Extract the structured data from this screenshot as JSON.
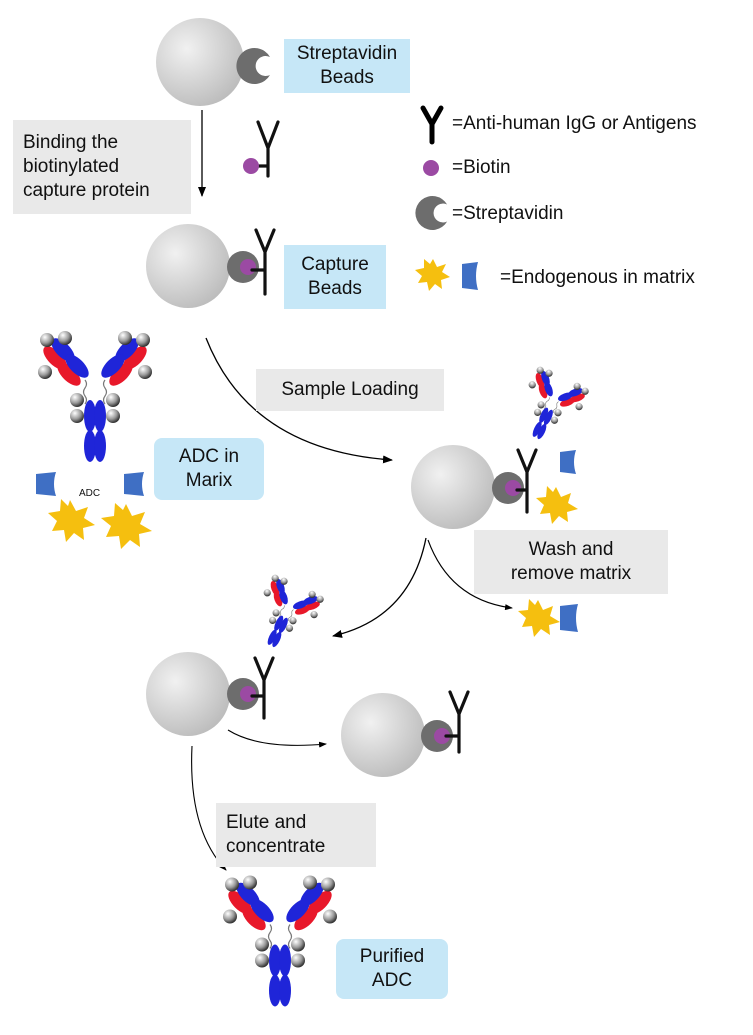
{
  "labels": {
    "streptavidin_beads": "Streptavidin\nBeads",
    "binding_step": "Binding the\nbiotinylated\ncapture protein",
    "capture_beads": "Capture\nBeads",
    "sample_loading": "Sample Loading",
    "adc_in_matrix": "ADC in\nMarix",
    "adc_small": "ADC",
    "wash_step": "Wash and\nremove matrix",
    "elute_step": "Elute and\nconcentrate",
    "purified_adc": "Purified\nADC"
  },
  "legend": {
    "antibody": "=Anti-human IgG or Antigens",
    "biotin": "=Biotin",
    "streptavidin": "=Streptavidin",
    "endogenous": "=Endogenous in matrix"
  },
  "colors": {
    "label_blue": "#c6e7f7",
    "label_gray": "#e9e9e9",
    "biotin": "#9b4aa3",
    "streptavidin": "#6d6d6d",
    "endogenous_star": "#f5bf0f",
    "endogenous_block": "#3f6fc4",
    "adc_heavy_chain": "#1f25d8",
    "adc_light_chain": "#e8182a"
  }
}
